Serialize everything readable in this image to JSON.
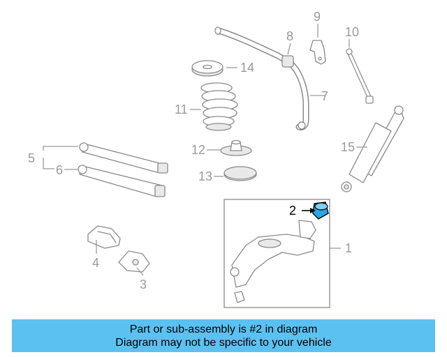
{
  "callouts": {
    "c1": "1",
    "c2": "2",
    "c3": "3",
    "c4": "4",
    "c5": "5",
    "c6": "6",
    "c7": "7",
    "c8": "8",
    "c9": "9",
    "c10": "10",
    "c11": "11",
    "c12": "12",
    "c13": "13",
    "c14": "14",
    "c15": "15"
  },
  "highlight": {
    "part_number": "2",
    "color": "#2aa6e6"
  },
  "banner": {
    "line1": "Part or sub-assembly is #2 in diagram",
    "line2": "Diagram may not be specific to your vehicle",
    "background": "#5bc1f1"
  }
}
